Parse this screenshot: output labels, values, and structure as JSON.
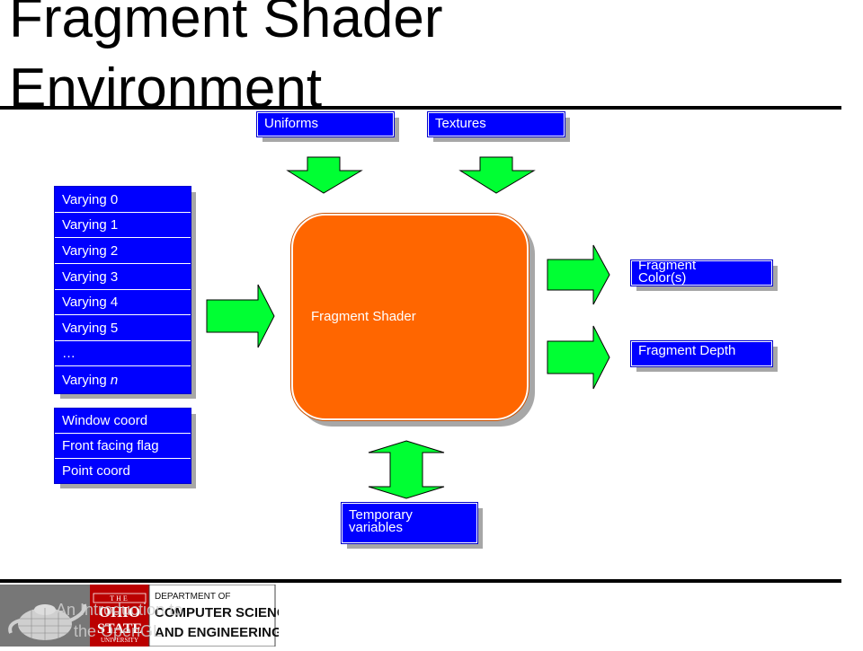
{
  "slide": {
    "title": "Fragment Shader Environment"
  },
  "inputs": {
    "uniforms": "Uniforms",
    "textures": "Textures"
  },
  "varyings": [
    "Varying 0",
    "Varying 1",
    "Varying 2",
    "Varying 3",
    "Varying 4",
    "Varying 5",
    "…"
  ],
  "varying_n": {
    "prefix": "Varying ",
    "suffix": "n"
  },
  "builtins": [
    "Window coord",
    "Front facing flag",
    "Point coord"
  ],
  "shader": {
    "label": "Fragment Shader"
  },
  "outputs": {
    "color": "Fragment Color(s)",
    "depth": "Fragment Depth"
  },
  "temporaries": {
    "label": "Temporary variables"
  },
  "footer": {
    "logo_text": "THE OHIO STATE UNIVERSITY",
    "dept_line1": "DEPARTMENT OF",
    "dept_line2": "COMPUTER SCIENCE",
    "dept_line3": "AND ENGINEERING",
    "overlay_text": "An Introduction to the OpenGL"
  },
  "colors": {
    "box_blue": "#0000ff",
    "shader_orange": "#ff6600",
    "arrow_green": "#00ff33",
    "ohio_red": "#bb0000"
  }
}
